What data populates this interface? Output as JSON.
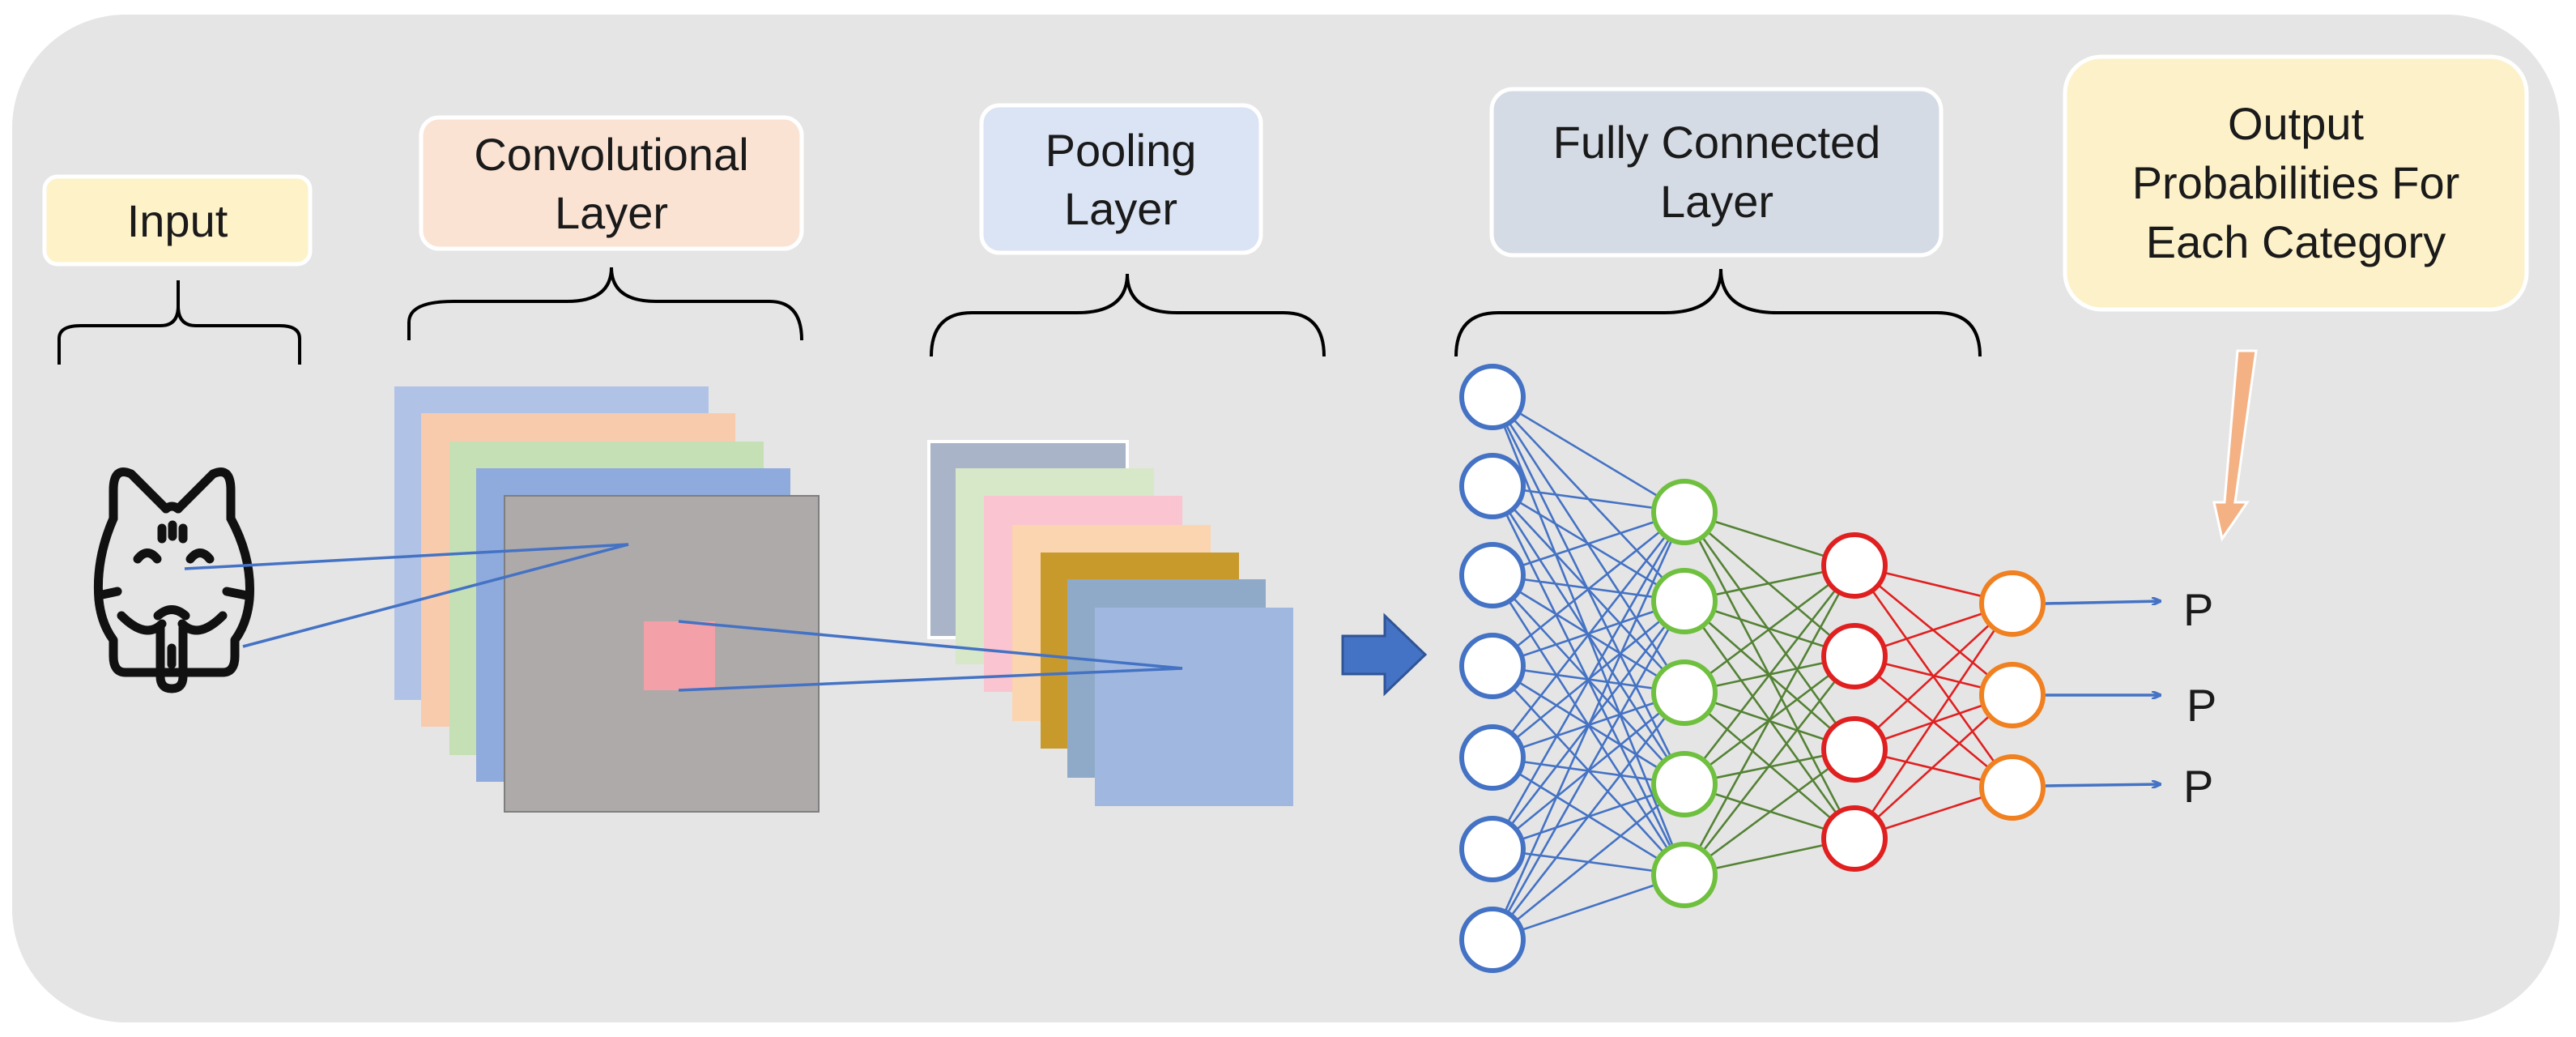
{
  "labels": {
    "input": "Input",
    "conv_line1": "Convolutional",
    "conv_line2": "Layer",
    "pool_line1": "Pooling",
    "pool_line2": "Layer",
    "fc_line1": "Fully Connected",
    "fc_line2": "Layer",
    "out_line1": "Output",
    "out_line2": "Probabilities For",
    "out_line3": "Each Category"
  },
  "outputs": [
    "P",
    "P",
    "P"
  ],
  "icons": {
    "input_image": "dog-face-icon",
    "flow_arrow": "right-arrow-icon",
    "pointer_arrow": "down-arrow-icon"
  },
  "colors": {
    "panel_background": "#e5e5e5",
    "input_box": "#fdf2c8",
    "conv_box": "#fbe3d3",
    "pool_box": "#dbe4f4",
    "fc_box": "#d5dbe5",
    "output_box": "#fcf1c8",
    "conv_maps": [
      "#b0c3e6",
      "#f8cbad",
      "#c5e0b4",
      "#8faadc",
      "#aeaaaa"
    ],
    "conv_kernel": "#f4a0a8",
    "pool_maps": [
      "#aab4c8",
      "#d6e8c8",
      "#fac4d0",
      "#fbd5b0",
      "#c89a2c",
      "#8faac8",
      "#a0b8e0"
    ],
    "connection_line": "#4472c4",
    "flow_arrow": "#4472c4",
    "pointer_arrow": "#f4b183",
    "layer1_neurons": "#4472c4",
    "layer2_neurons": "#70c040",
    "layer2_edges": "#548235",
    "layer3_neurons": "#e02020",
    "layer4_neurons": "#f08020"
  },
  "network": {
    "layer_sizes": [
      7,
      5,
      4,
      3
    ]
  }
}
